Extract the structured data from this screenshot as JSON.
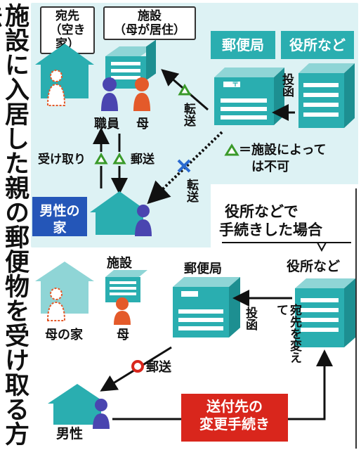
{
  "title": "施設に入居した親の郵便物を受け取る方法",
  "top": {
    "tag_vacant": "宛先\n（空き家）",
    "tag_facility": "施設\n（母が居住）",
    "post_office": "郵便局",
    "city_office": "役所など",
    "toukan": "投函",
    "tensou": "転送",
    "staff": "職員",
    "mother": "母",
    "receive": "受け取り",
    "mail": "郵送",
    "tensou2": "転送",
    "sons_house": "男性の\n家",
    "note_line1": "＝施設によって",
    "note_line2": "は不可"
  },
  "bottom": {
    "heading_line1": "役所などで",
    "heading_line2": "手続きした場合",
    "city_office": "役所など",
    "post_office": "郵便局",
    "facility": "施設",
    "mothers_house": "母の家",
    "mother": "母",
    "change_dest": "宛先を変えて",
    "toukan": "投函",
    "mail": "郵送",
    "man": "男性",
    "procedure": "送付先の\n変更手続き"
  },
  "colors": {
    "teal": "#2aaeb0",
    "panel_bg": "#ddf2f4",
    "orange": "#e45a2a",
    "purple": "#4a45b0",
    "blue_label": "#2456b8",
    "red_label": "#d9261c",
    "green_triangle": "#3a9a2a",
    "blue_x": "#2a6ad0"
  }
}
